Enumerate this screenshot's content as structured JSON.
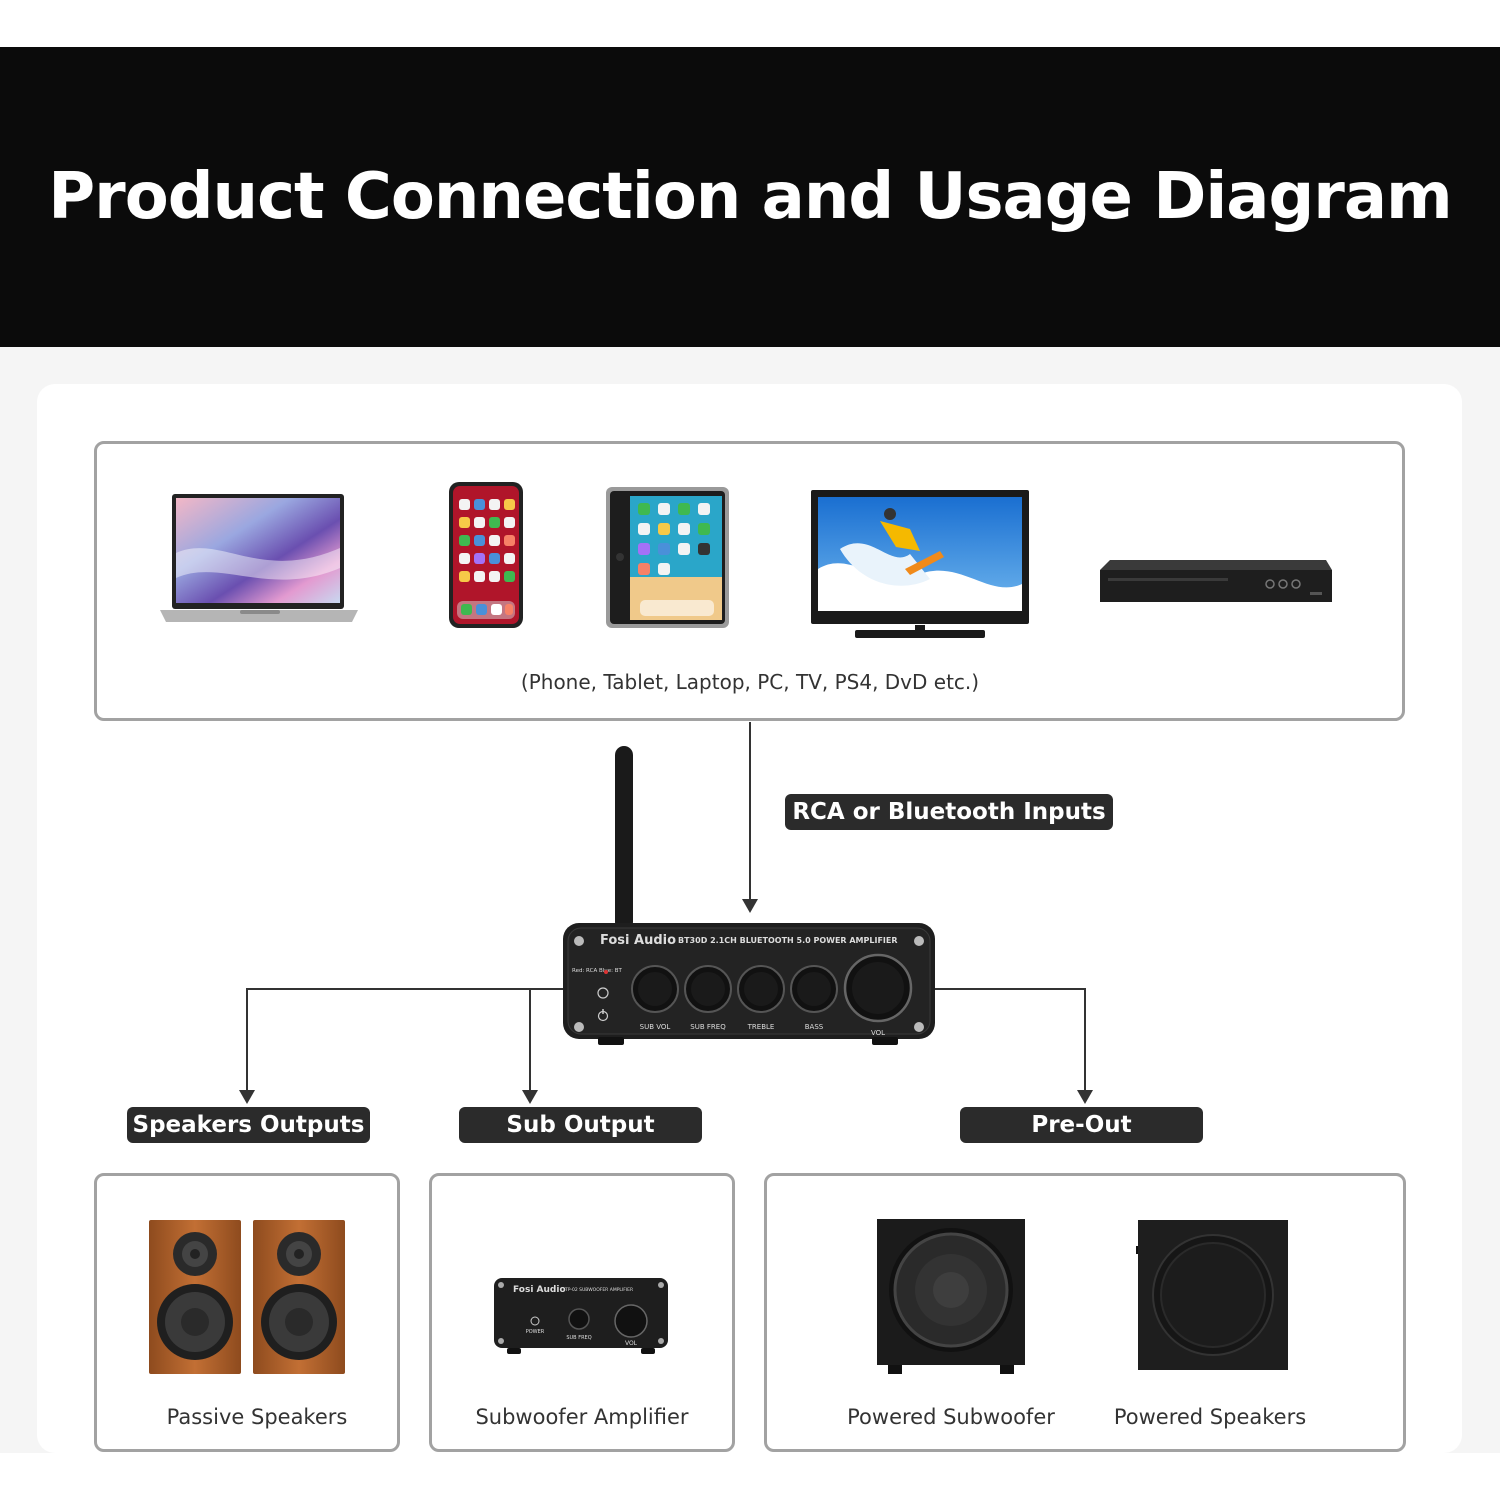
{
  "title": "Product Connection and Usage Diagram",
  "sources": {
    "caption": "(Phone, Tablet, Laptop, PC, TV, PS4, DvD etc.)",
    "devices": [
      "laptop-icon",
      "phone-icon",
      "tablet-icon",
      "tv-icon",
      "dvd-player-icon"
    ]
  },
  "input_label": "RCA or Bluetooth Inputs",
  "amplifier": {
    "brand": "Fosi Audio",
    "model": "BT30D 2.1CH BLUETOOTH 5.0 POWER AMPLIFIER",
    "indicator": "Red: RCA Blue: BT",
    "knobs": [
      "SUB VOL",
      "SUB FREQ",
      "TREBLE",
      "BASS",
      "VOL"
    ]
  },
  "outputs": [
    {
      "label": "Speakers Outputs",
      "devices": [
        "Passive Speakers"
      ]
    },
    {
      "label": "Sub Output",
      "devices": [
        "Subwoofer Amplifier"
      ]
    },
    {
      "label": "Pre-Out",
      "devices": [
        "Powered Subwoofer",
        "Powered Speakers"
      ]
    }
  ],
  "sub_amp": {
    "brand": "Fosi Audio",
    "model": "TP-02 SUBWOOFER AMPLIFIER",
    "labels": [
      "POWER",
      "SUB FREQ",
      "VOL"
    ]
  },
  "colors": {
    "header_bg": "#0b0b0b",
    "pill_bg": "#2b2b2b",
    "border": "#a2a2a2",
    "line": "#333333"
  }
}
